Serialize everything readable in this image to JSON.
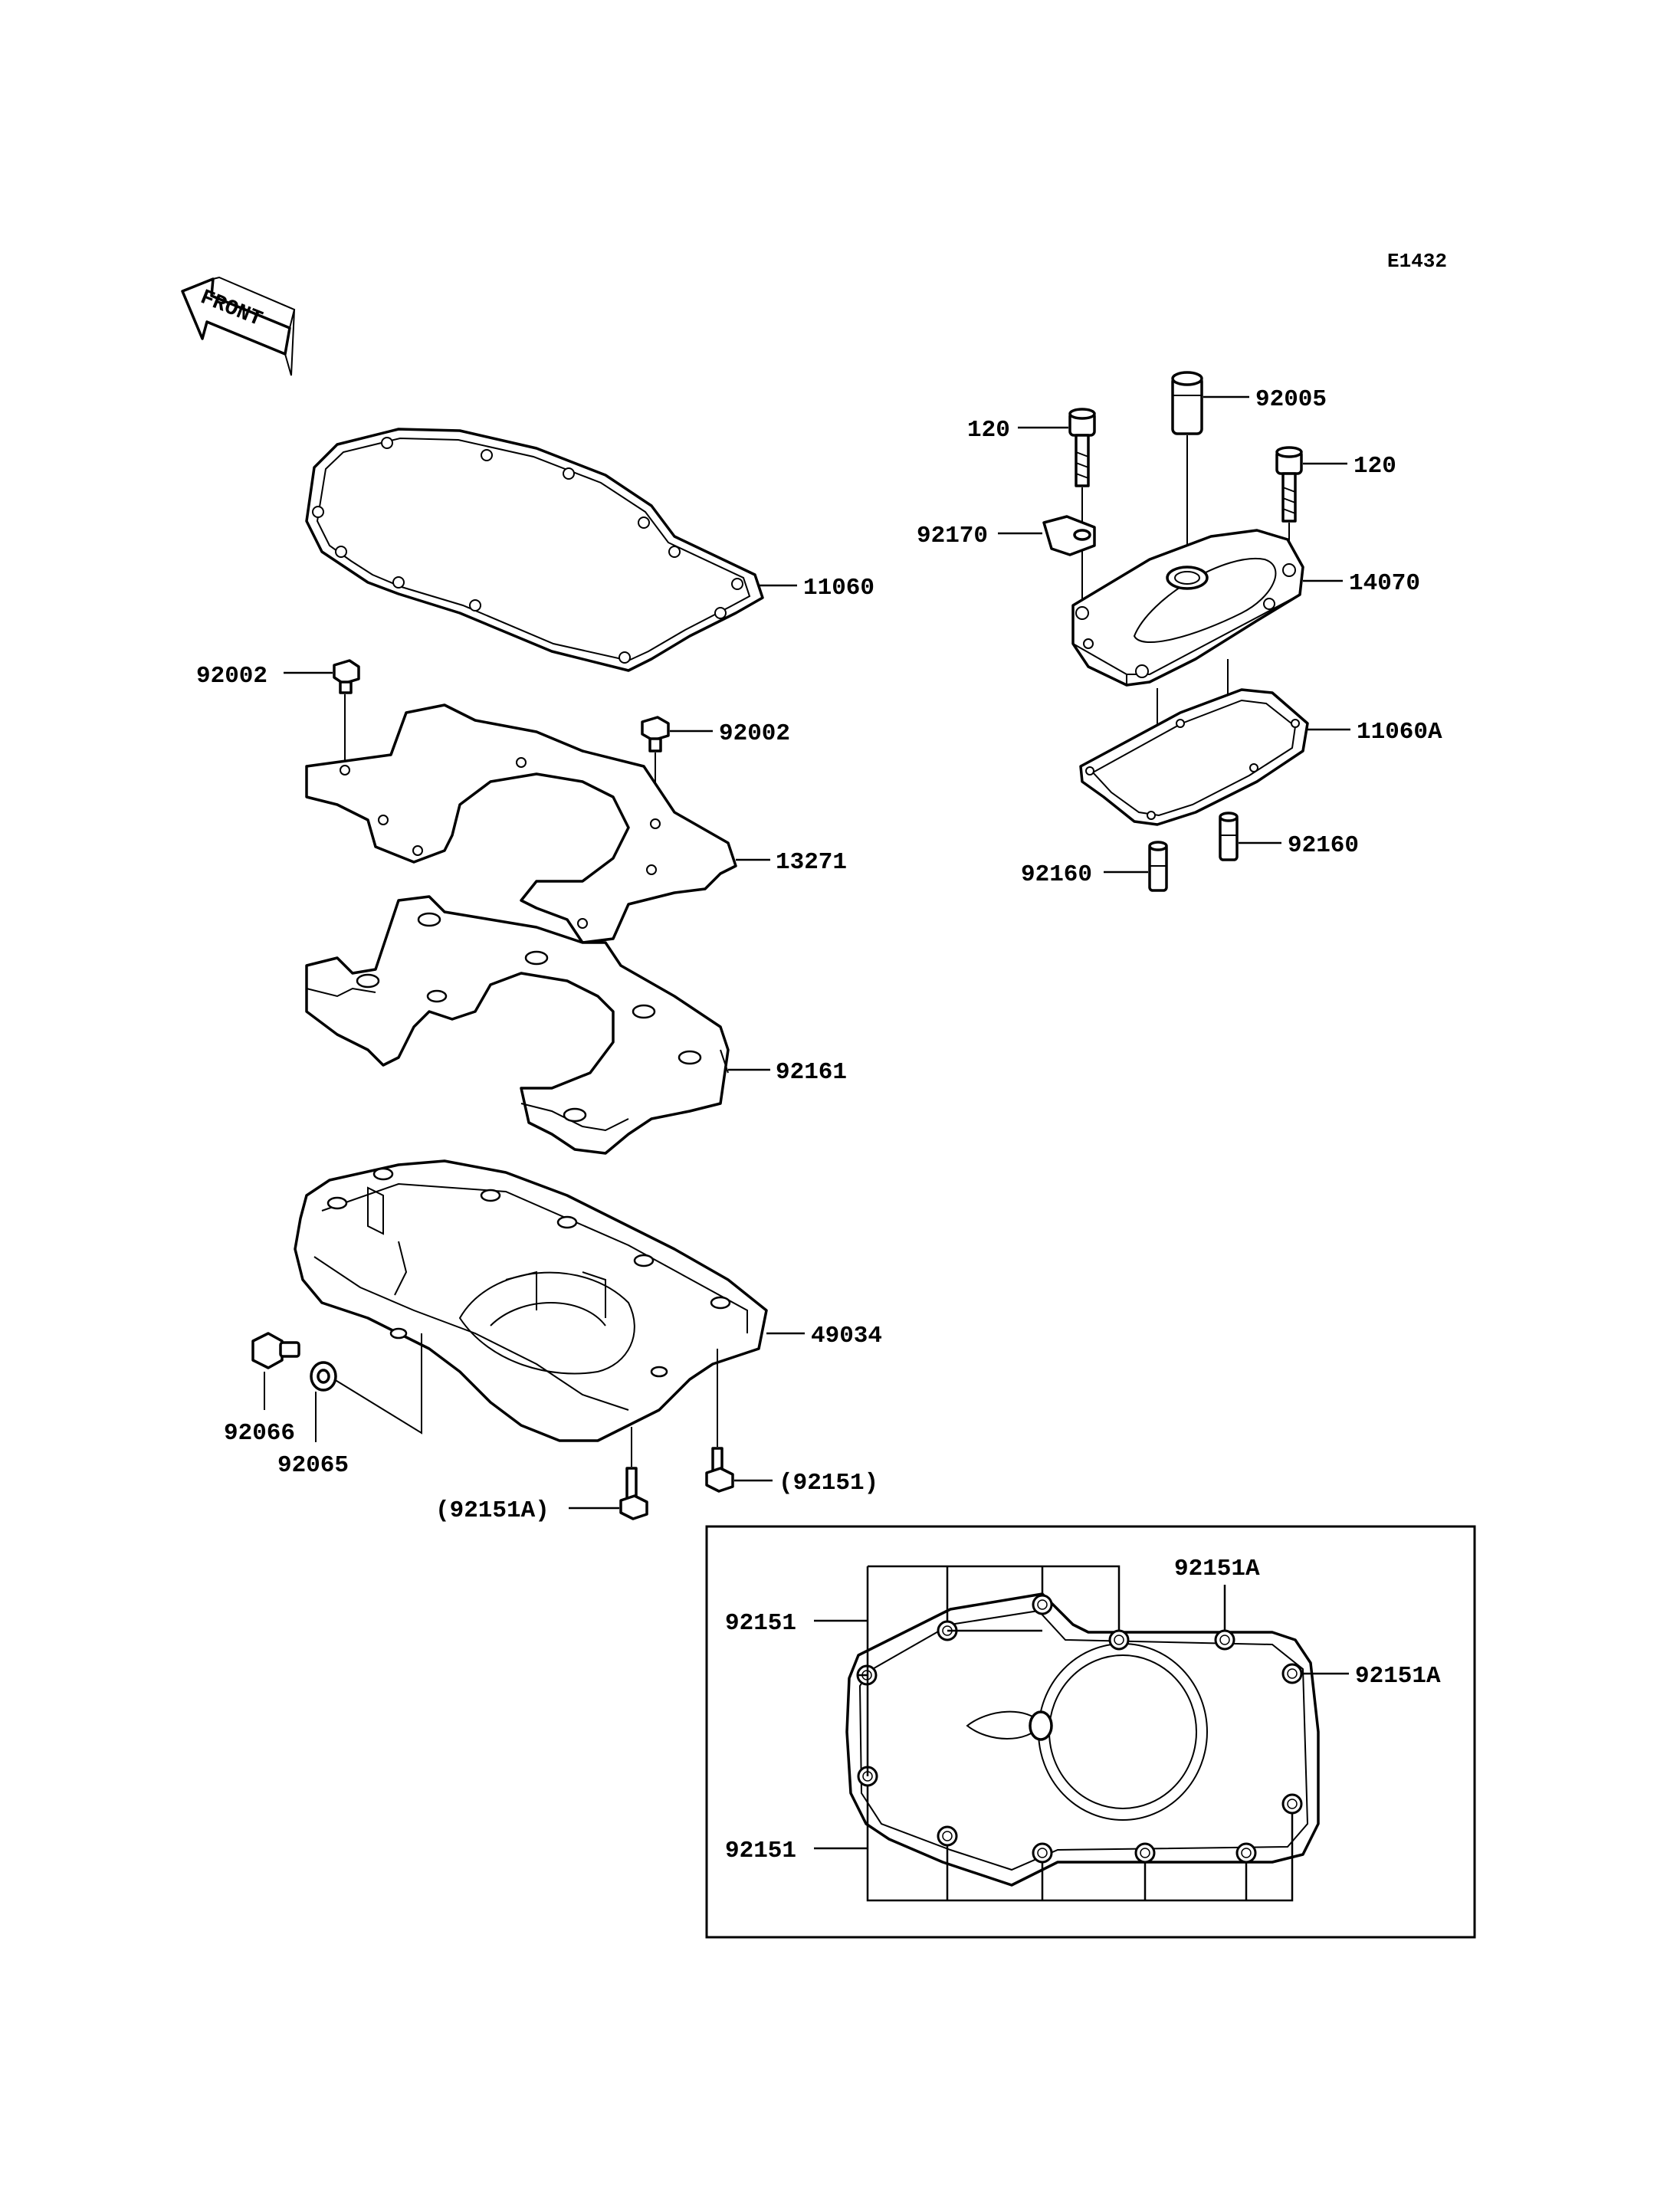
{
  "diagram_code": "E1432",
  "front_label": "FRONT",
  "callouts": {
    "gasket_11060": "11060",
    "bolt_92002_left": "92002",
    "bolt_92002_right": "92002",
    "plate_13271": "13271",
    "damper_92161": "92161",
    "pan_49034": "49034",
    "bolt_92066": "92066",
    "washer_92065": "92065",
    "bolt_92151_paren": "(92151)",
    "bolt_92151a_paren": "(92151A)",
    "pipe_92005": "92005",
    "bolt_120_left": "120",
    "bolt_120_right": "120",
    "clamp_92170": "92170",
    "cover_14070": "14070",
    "gasket_11060a": "11060A",
    "dowel_92160_left": "92160",
    "dowel_92160_right": "92160"
  },
  "detail_view": {
    "label_top_92151a": "92151A",
    "label_right_92151a": "92151A",
    "label_upper_92151": "92151",
    "label_lower_92151": "92151"
  }
}
